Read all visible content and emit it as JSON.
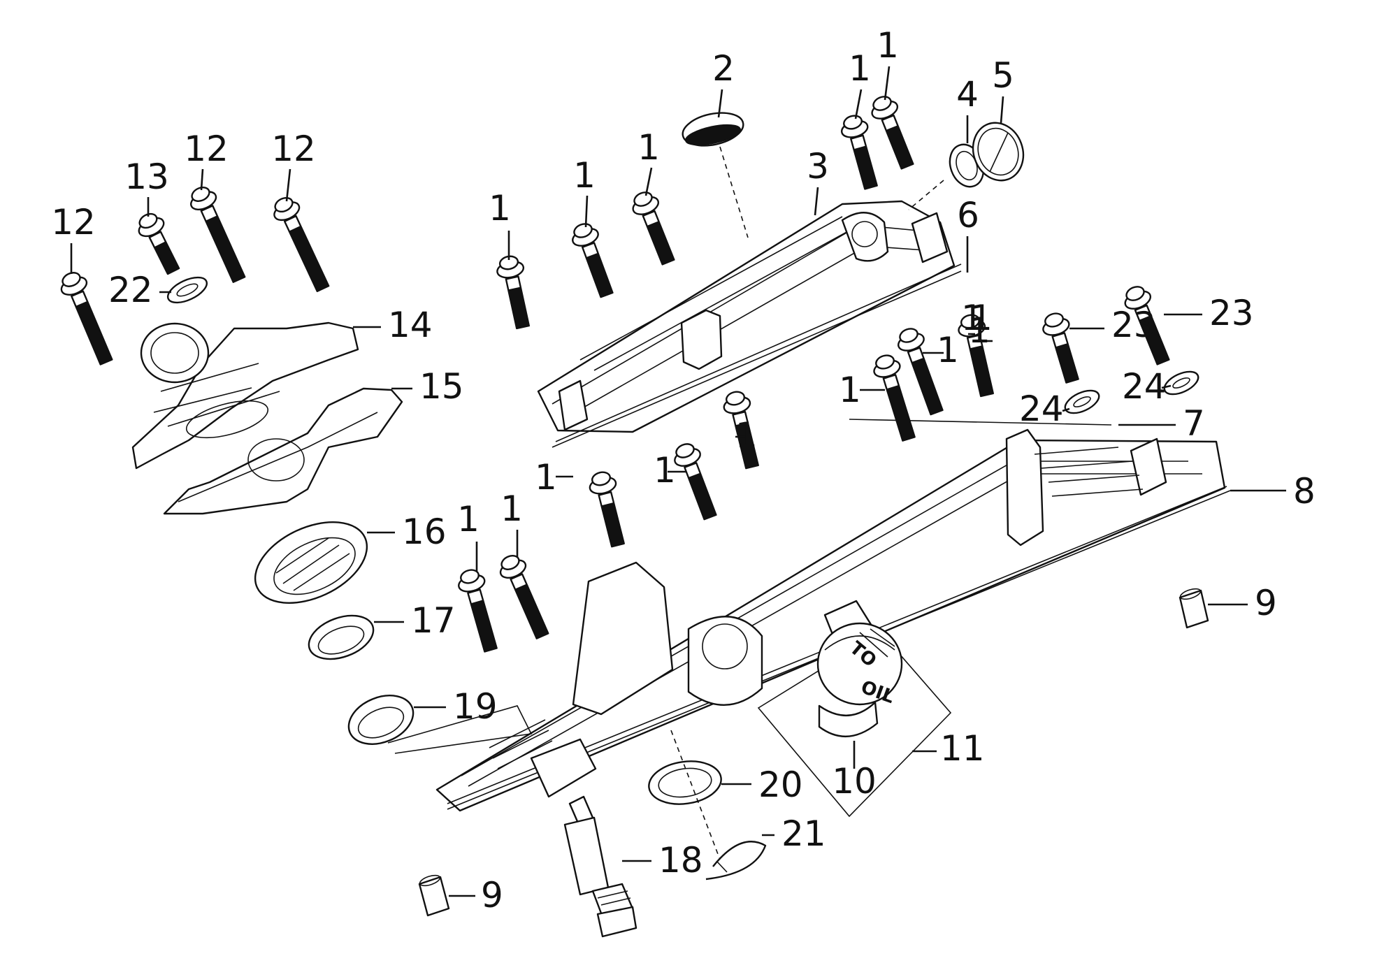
{
  "diagram": {
    "cap_text": [
      "TO",
      "OIL"
    ],
    "callouts": [
      {
        "id": "c-1a",
        "part": "bolt",
        "label": "1"
      },
      {
        "id": "c-1b",
        "part": "bolt",
        "label": "1"
      },
      {
        "id": "c-1c",
        "part": "bolt",
        "label": "1"
      },
      {
        "id": "c-1d",
        "part": "bolt",
        "label": "1"
      },
      {
        "id": "c-1e",
        "part": "bolt",
        "label": "1"
      },
      {
        "id": "c-2",
        "part": "plug-seal",
        "label": "2"
      },
      {
        "id": "c-3",
        "part": "upper-cover",
        "label": "3"
      },
      {
        "id": "c-4",
        "part": "o-ring",
        "label": "4"
      },
      {
        "id": "c-5",
        "part": "cap",
        "label": "5"
      },
      {
        "id": "c-6",
        "part": "cover-gasket",
        "label": "6"
      },
      {
        "id": "c-1f",
        "part": "bolt",
        "label": "1"
      },
      {
        "id": "c-1g",
        "part": "bolt",
        "label": "1"
      },
      {
        "id": "c-1h",
        "part": "bolt",
        "label": "1"
      },
      {
        "id": "c-1i",
        "part": "bolt",
        "label": "1"
      },
      {
        "id": "c-1j",
        "part": "bolt",
        "label": "1"
      },
      {
        "id": "c-1k",
        "part": "bolt",
        "label": "1"
      },
      {
        "id": "c-1l",
        "part": "bolt",
        "label": "1"
      },
      {
        "id": "c-1m",
        "part": "bolt",
        "label": "1"
      },
      {
        "id": "c-1n",
        "part": "bolt",
        "label": "1"
      },
      {
        "id": "c-1o",
        "part": "bolt",
        "label": "1"
      },
      {
        "id": "c-7",
        "part": "lower-cover-gasket",
        "label": "7"
      },
      {
        "id": "c-8",
        "part": "lower-cover",
        "label": "8"
      },
      {
        "id": "c-9a",
        "part": "dowel-pin",
        "label": "9"
      },
      {
        "id": "c-9b",
        "part": "dowel-pin",
        "label": "9"
      },
      {
        "id": "c-10",
        "part": "oil-filler-cap",
        "label": "10"
      },
      {
        "id": "c-11",
        "part": "oil-cap-assembly",
        "label": "11"
      },
      {
        "id": "c-12a",
        "part": "bolt",
        "label": "12"
      },
      {
        "id": "c-12b",
        "part": "bolt",
        "label": "12"
      },
      {
        "id": "c-12c",
        "part": "bolt",
        "label": "12"
      },
      {
        "id": "c-13",
        "part": "bolt",
        "label": "13"
      },
      {
        "id": "c-14",
        "part": "thermostat-housing",
        "label": "14"
      },
      {
        "id": "c-15",
        "part": "housing-gasket",
        "label": "15"
      },
      {
        "id": "c-16",
        "part": "rotor",
        "label": "16"
      },
      {
        "id": "c-17",
        "part": "seal-ring",
        "label": "17"
      },
      {
        "id": "c-18",
        "part": "sensor",
        "label": "18"
      },
      {
        "id": "c-19",
        "part": "seal-ring",
        "label": "19"
      },
      {
        "id": "c-20",
        "part": "washer",
        "label": "20"
      },
      {
        "id": "c-21",
        "part": "circlip",
        "label": "21"
      },
      {
        "id": "c-22",
        "part": "washer",
        "label": "22"
      },
      {
        "id": "c-23a",
        "part": "bolt",
        "label": "23"
      },
      {
        "id": "c-23b",
        "part": "bolt",
        "label": "23"
      },
      {
        "id": "c-24a",
        "part": "washer",
        "label": "24"
      },
      {
        "id": "c-24b",
        "part": "washer",
        "label": "24"
      }
    ]
  }
}
